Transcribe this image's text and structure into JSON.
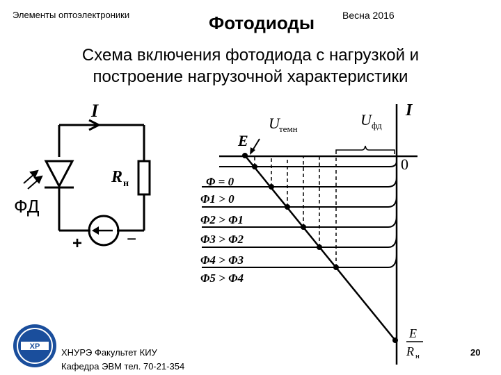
{
  "header": {
    "course": "Элементы оптоэлектроники",
    "title": "Фотодиоды",
    "season": "Весна 2016"
  },
  "subtitle": {
    "line1": "Схема включения фотодиода с нагрузкой и",
    "line2": "построение нагрузочной характеристики"
  },
  "circuit": {
    "current_label": "I",
    "resistor_label": "R",
    "resistor_sub": "н",
    "diode_label": "ФД",
    "plus": "+",
    "minus": "−"
  },
  "graph": {
    "axis_label": "I",
    "u_dark": "U",
    "u_dark_sub": "темн",
    "u_fd": "U",
    "u_fd_sub": "фд",
    "e_label": "E",
    "zero": "0",
    "curves": [
      "Φ = 0",
      "Φ1 > 0",
      "Φ2 > Φ1",
      "Φ3 > Φ2",
      "Φ4 > Φ3",
      "Φ5 > Φ4"
    ],
    "bottom_num": "E",
    "bottom_den": "R",
    "bottom_den_sub": "н"
  },
  "footer": {
    "line1": "ХНУРЭ Факультет КИУ",
    "line2": "Кафедра ЭВМ   тел. 70-21-354",
    "page": "20"
  },
  "logo": {
    "text": "ХР",
    "color": "#1a4e9c"
  }
}
